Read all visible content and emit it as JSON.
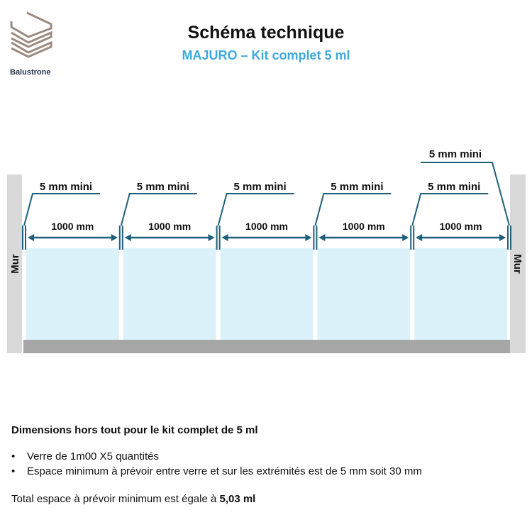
{
  "header": {
    "title": "Schéma technique",
    "subtitle": "MAJURO – Kit complet 5 ml",
    "brand": "Balustrone"
  },
  "diagram": {
    "wall_label": "Mur",
    "panel_count": 5,
    "panel_label": "1000 mm",
    "gap_label": "5 mm mini",
    "colors": {
      "wall": "#d9d9d9",
      "base": "#a6a6a6",
      "glass": "#dbf2fa",
      "dim": "#1f5f7a",
      "logo": "#9c8a7e"
    }
  },
  "notes": {
    "heading": "Dimensions hors tout pour le kit complet de 5 ml",
    "bullets": [
      "Verre de 1m00 X5 quantités",
      "Espace minimum à prévoir entre verre et sur les extrémités est de 5 mm soit 30 mm"
    ],
    "total_prefix": "Total espace à prévoir minimum est égale à ",
    "total_value": "5,03 ml"
  }
}
